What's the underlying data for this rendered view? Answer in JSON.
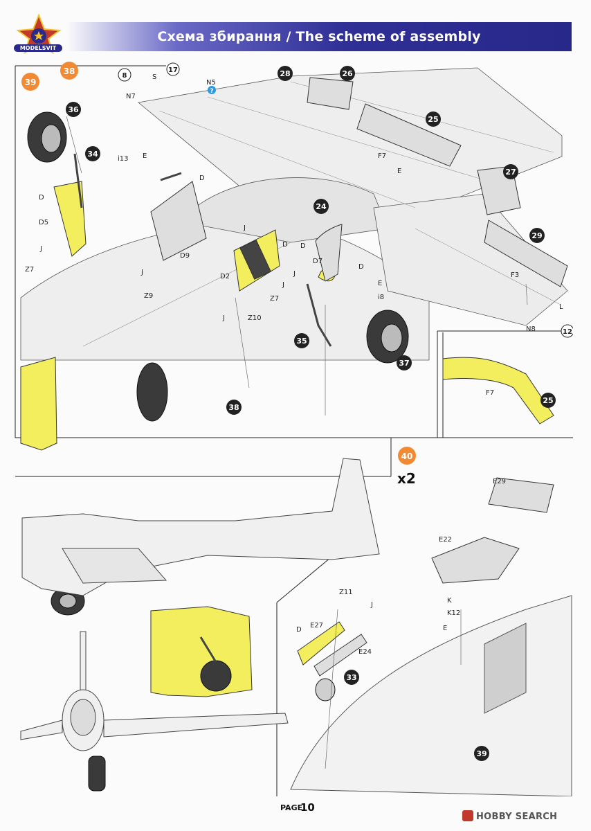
{
  "header": {
    "title": "Схема збирання / The scheme of assembly",
    "logo_text": "MODELSVIT",
    "brand_blue": "#2f2f96",
    "highlight_yellow": "#f2ee5e",
    "step_orange": "#f28a33"
  },
  "steps": {
    "s39": "39",
    "s38": "38",
    "s40": "40",
    "x2": "x2"
  },
  "callouts_top": [
    "8",
    "17",
    "28",
    "26",
    "25",
    "27",
    "29",
    "12",
    "36",
    "34",
    "24",
    "35",
    "37",
    "38",
    "25"
  ],
  "part_labels_top": {
    "S": "S",
    "N7": "N7",
    "N5": "N5",
    "i13": "i13",
    "E1": "E",
    "D1": "D",
    "D2": "D",
    "D5": "D5",
    "J1": "J",
    "Z7a": "Z7",
    "D9": "D9",
    "J2": "J",
    "Z9": "Z9",
    "F7a": "F7",
    "E2": "E",
    "J3": "J",
    "D3": "D",
    "D4": "D",
    "D7": "D7",
    "D2b": "D2",
    "J4": "J",
    "Z7b": "Z7",
    "Z10": "Z10",
    "J5": "J",
    "J6": "J",
    "D6": "D",
    "E3": "E",
    "i8": "i8",
    "F3": "F3",
    "L": "L",
    "N8": "N8",
    "F7b": "F7"
  },
  "part_labels_bottom": {
    "E29": "E29",
    "E22": "E22",
    "K": "K",
    "K12": "K12",
    "E4": "E",
    "Z11": "Z11",
    "J7": "J",
    "D8": "D",
    "E27": "E27",
    "E24": "E24",
    "c33": "33",
    "c39": "39"
  },
  "footer": {
    "page_label": "PAGE",
    "page_number": "10",
    "watermark": "HOBBY SEARCH"
  }
}
